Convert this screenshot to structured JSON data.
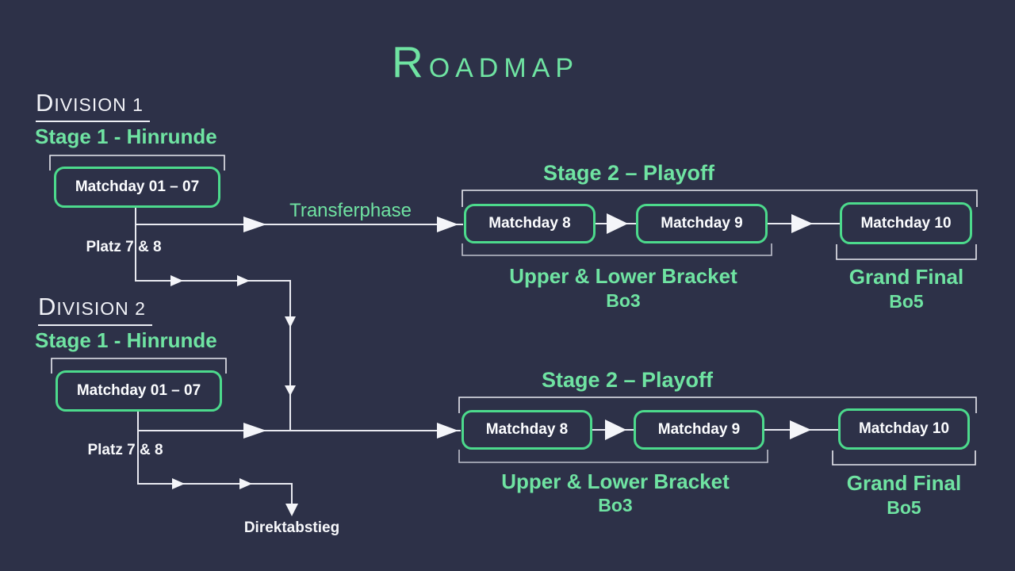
{
  "title": "Roadmap",
  "colors": {
    "background": "#2d3148",
    "accent_green": "#6fe3a2",
    "box_border_green": "#4cda8c",
    "text_white": "#f7f8fb",
    "line_white": "#e9eaf1",
    "line_gray": "#bfc1cd"
  },
  "divisions": [
    {
      "heading": "Division 1",
      "stage1_title": "Stage 1 - Hinrunde",
      "stage1_box": "Matchday 01 – 07",
      "relegation_label": "Platz 7 & 8",
      "transfer_label": "Transferphase",
      "stage2_title": "Stage 2 – Playoff",
      "matchday8": "Matchday 8",
      "matchday9": "Matchday 9",
      "matchday10": "Matchday 10",
      "bracket_label": "Upper & Lower Bracket",
      "bracket_format": "Bo3",
      "final_label": "Grand Final",
      "final_format": "Bo5"
    },
    {
      "heading": "Division 2",
      "stage1_title": "Stage 1 - Hinrunde",
      "stage1_box": "Matchday 01 – 07",
      "relegation_label": "Platz 7 & 8",
      "direct_relegation_label": "Direktabstieg",
      "stage2_title": "Stage 2 – Playoff",
      "matchday8": "Matchday 8",
      "matchday9": "Matchday 9",
      "matchday10": "Matchday 10",
      "bracket_label": "Upper & Lower Bracket",
      "bracket_format": "Bo3",
      "final_label": "Grand Final",
      "final_format": "Bo5"
    }
  ]
}
